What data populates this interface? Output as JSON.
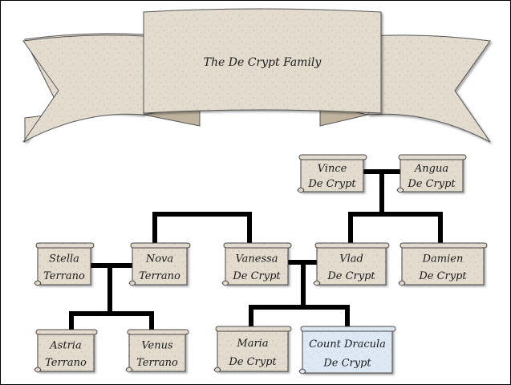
{
  "title": "The De Crypt Family",
  "colors": {
    "parchment": "#e3dbce",
    "parchment_dark": "#cfc5b4",
    "highlight": "#dde8f5",
    "line": "#000000"
  },
  "members": [
    {
      "id": "vince",
      "line1": "Vince",
      "line2": "De Crypt"
    },
    {
      "id": "angua",
      "line1": "Angua",
      "line2": "De Crypt"
    },
    {
      "id": "stella",
      "line1": "Stella",
      "line2": "Terrano"
    },
    {
      "id": "nova",
      "line1": "Nova",
      "line2": "Terrano"
    },
    {
      "id": "vanessa",
      "line1": "Vanessa",
      "line2": "De Crypt"
    },
    {
      "id": "vlad",
      "line1": "Vlad",
      "line2": "De Crypt"
    },
    {
      "id": "damien",
      "line1": "Damien",
      "line2": "De Crypt"
    },
    {
      "id": "astria",
      "line1": "Astria",
      "line2": "Terrano"
    },
    {
      "id": "venus",
      "line1": "Venus",
      "line2": "Terrano"
    },
    {
      "id": "maria",
      "line1": "Maria",
      "line2": "De Crypt"
    },
    {
      "id": "dracula",
      "line1": "Count Dracula",
      "line2": "De Crypt",
      "highlighted": true
    }
  ]
}
